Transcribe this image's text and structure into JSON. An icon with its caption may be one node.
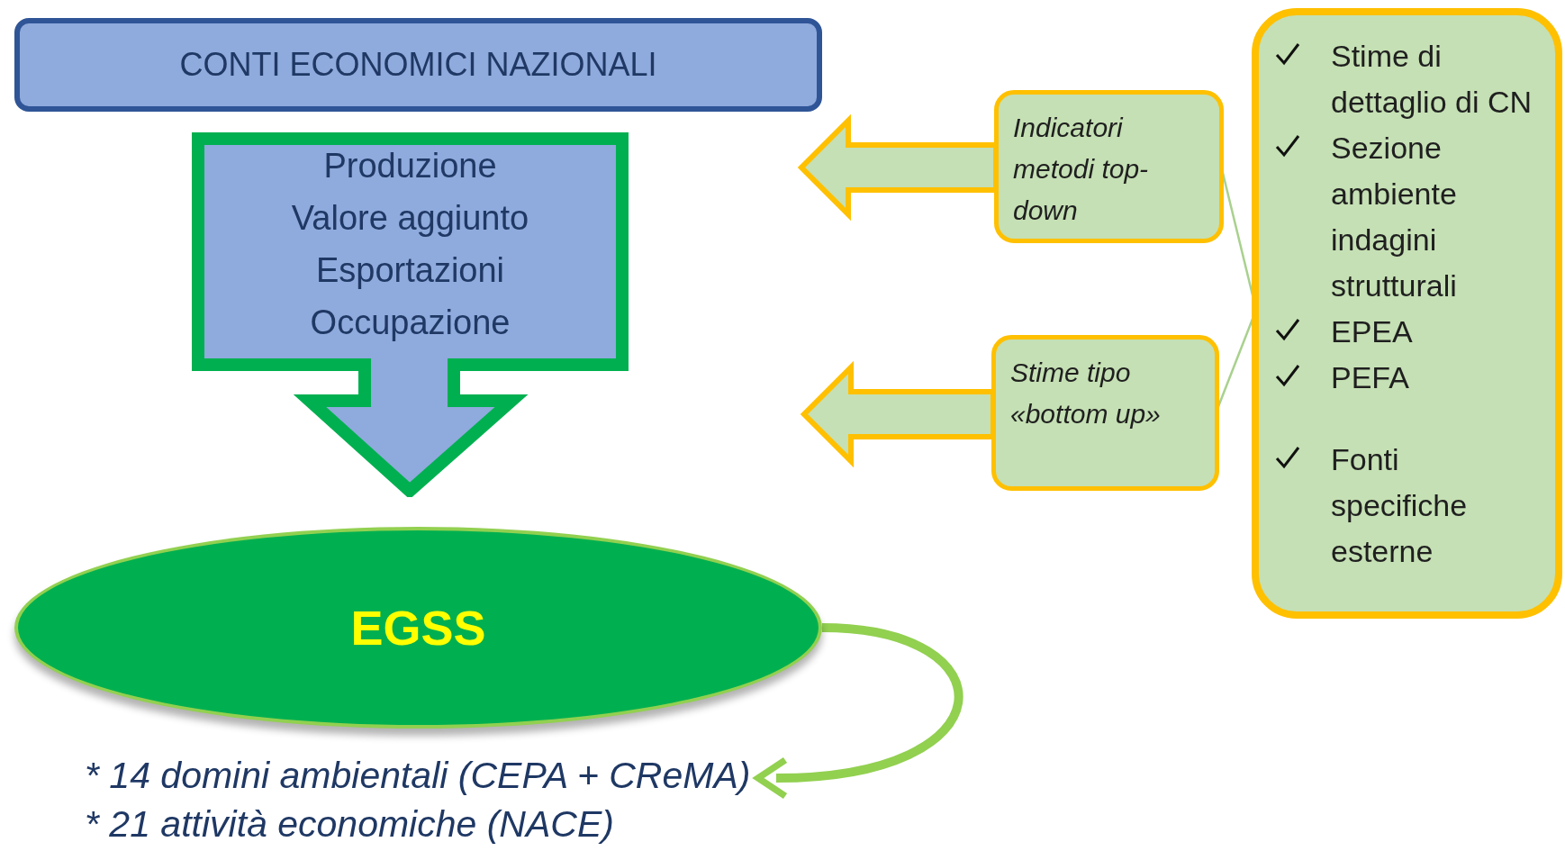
{
  "diagram": {
    "nodes": [
      {
        "text": [
          "CONTI ECONOMICI NAZIONALI"
        ]
      },
      {
        "text": [
          "Produzione",
          "Valore aggiunto",
          "Esportazioni",
          "Occupazione"
        ]
      },
      {
        "text": [
          "EGSS"
        ]
      },
      {
        "text": [
          "Indicatori metodi top-down"
        ]
      },
      {
        "text": [
          "Stime tipo «bottom up»"
        ]
      },
      {
        "text": [
          "Stime di dettaglio di CN",
          "Sezione ambiente indagini strutturali",
          "EPEA",
          "PEFA",
          "Fonti specifiche esterne"
        ]
      },
      {
        "text": [
          "* 14 domini ambientali (CEPA + CReMA)",
          "* 21 attività economiche (NACE)"
        ]
      }
    ],
    "edges": [
      {
        "from": 3,
        "to": null,
        "arrow": "to",
        "style": "thick"
      },
      {
        "from": 4,
        "to": null,
        "arrow": "to",
        "style": "thick"
      },
      {
        "from": 5,
        "to": 3,
        "arrow": "none",
        "color": "#a9d18e"
      },
      {
        "from": 5,
        "to": 4,
        "arrow": "none",
        "color": "#a9d18e"
      },
      {
        "from": 2,
        "to": 6,
        "arrow": "to",
        "style": "thick",
        "color": "#92d050"
      }
    ]
  }
}
